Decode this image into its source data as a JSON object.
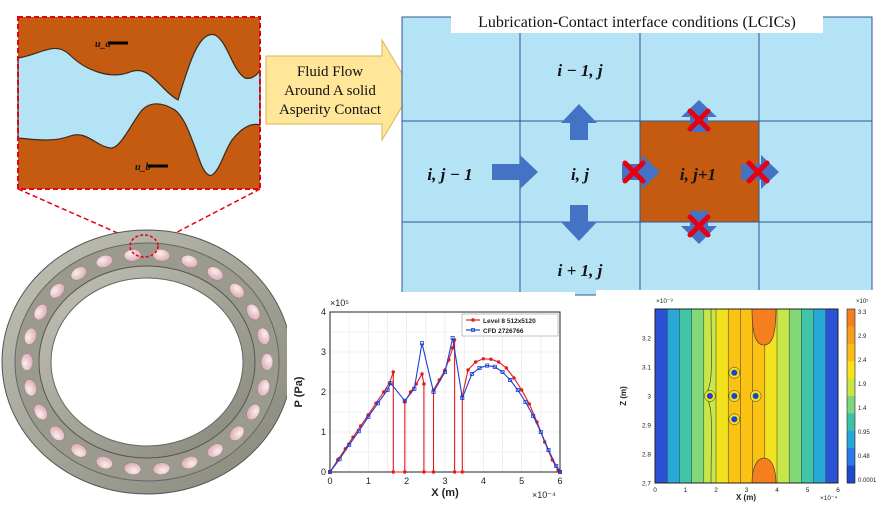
{
  "colors": {
    "asperity": "#c55a11",
    "fluid": "#b4e3f5",
    "grid_line": "#2f5597",
    "arrow": "#4472c4",
    "cross": "#e60012",
    "callout_fill": "#ffe699",
    "red_series": "#e41a1c",
    "blue_series": "#1f3fd1",
    "bearing": "#a8a89a",
    "rollers": "#e6c3c8"
  },
  "asperity": {
    "upper_velocity": "u_a",
    "lower_velocity": "u_b"
  },
  "callout": {
    "lines": [
      "Fluid Flow",
      "Around A solid",
      "Asperity Contact"
    ]
  },
  "grid": {
    "title": "Lubrication-Contact interface conditions (LCICs)",
    "cells": {
      "top": "i − 1, j",
      "left": "i, j − 1",
      "center": "i, j",
      "right": "i, j+1",
      "bottom": "i + 1, j"
    }
  },
  "chart_data": [
    {
      "type": "line",
      "x_exponent": "×10⁻⁴",
      "y_exponent": "×10⁵",
      "xlabel": "X (m)",
      "ylabel": "P (Pa)",
      "xlim": [
        0,
        6
      ],
      "ylim": [
        0,
        4
      ],
      "xticks": [
        "0",
        "1",
        "2",
        "3",
        "4",
        "5",
        "6"
      ],
      "yticks": [
        "0",
        "1",
        "2",
        "3",
        "4"
      ],
      "grid": true,
      "legend_position": "top-right",
      "series": [
        {
          "name": "Level 8 512x5120",
          "color": "#e41a1c",
          "marker": "circle",
          "points": [
            [
              0,
              0
            ],
            [
              0.2,
              0.3
            ],
            [
              0.4,
              0.58
            ],
            [
              0.6,
              0.87
            ],
            [
              0.8,
              1.15
            ],
            [
              1.0,
              1.43
            ],
            [
              1.2,
              1.72
            ],
            [
              1.4,
              2.0
            ],
            [
              1.55,
              2.22
            ],
            [
              1.65,
              2.5
            ],
            [
              1.65,
              0
            ],
            [
              1.95,
              0
            ],
            [
              1.95,
              1.75
            ],
            [
              2.1,
              2.0
            ],
            [
              2.25,
              2.2
            ],
            [
              2.4,
              2.45
            ],
            [
              2.45,
              2.2
            ],
            [
              2.45,
              0
            ],
            [
              2.7,
              0
            ],
            [
              2.7,
              2.05
            ],
            [
              2.85,
              2.3
            ],
            [
              3.0,
              2.55
            ],
            [
              3.1,
              2.8
            ],
            [
              3.2,
              3.1
            ],
            [
              3.25,
              3.3
            ],
            [
              3.25,
              0
            ],
            [
              3.45,
              0
            ],
            [
              3.45,
              1.9
            ],
            [
              3.6,
              2.55
            ],
            [
              3.8,
              2.75
            ],
            [
              4.0,
              2.83
            ],
            [
              4.2,
              2.82
            ],
            [
              4.4,
              2.75
            ],
            [
              4.6,
              2.6
            ],
            [
              4.8,
              2.35
            ],
            [
              5.0,
              2.05
            ],
            [
              5.2,
              1.7
            ],
            [
              5.4,
              1.25
            ],
            [
              5.6,
              0.75
            ],
            [
              5.8,
              0.3
            ],
            [
              5.95,
              0.05
            ],
            [
              6.0,
              0
            ]
          ]
        },
        {
          "name": "CFD 2726766",
          "color": "#1f3fd1",
          "marker": "square",
          "points": [
            [
              0,
              0
            ],
            [
              0.25,
              0.32
            ],
            [
              0.5,
              0.68
            ],
            [
              0.75,
              1.02
            ],
            [
              1.0,
              1.38
            ],
            [
              1.25,
              1.72
            ],
            [
              1.5,
              2.05
            ],
            [
              1.58,
              2.22
            ],
            [
              1.95,
              1.78
            ],
            [
              2.2,
              2.08
            ],
            [
              2.4,
              3.22
            ],
            [
              2.7,
              2.0
            ],
            [
              3.0,
              2.5
            ],
            [
              3.2,
              3.35
            ],
            [
              3.45,
              1.85
            ],
            [
              3.7,
              2.45
            ],
            [
              3.9,
              2.6
            ],
            [
              4.1,
              2.66
            ],
            [
              4.3,
              2.63
            ],
            [
              4.5,
              2.5
            ],
            [
              4.7,
              2.3
            ],
            [
              4.9,
              2.05
            ],
            [
              5.1,
              1.75
            ],
            [
              5.3,
              1.4
            ],
            [
              5.5,
              1.0
            ],
            [
              5.7,
              0.55
            ],
            [
              5.9,
              0.15
            ],
            [
              6.0,
              0
            ]
          ]
        }
      ]
    },
    {
      "type": "heatmap",
      "x_exponent": "×10⁻⁴",
      "y_exponent": "×10⁻³",
      "xlabel": "X (m)",
      "ylabel": "Z (m)",
      "xlim": [
        0,
        6
      ],
      "ylim": [
        2.7,
        3.3
      ],
      "xticks": [
        "0",
        "1",
        "2",
        "3",
        "4",
        "5",
        "6"
      ],
      "yticks": [
        "2.7",
        "2.8",
        "2.9",
        "3",
        "3.1",
        "3.2"
      ],
      "colorbar_exponent": "×10⁵",
      "colorbar_ticks": [
        "3.3",
        "2.9",
        "2.4",
        "1.9",
        "1.4",
        "0.95",
        "0.48",
        "0.0001"
      ],
      "colorbar_colors": [
        "#f57f1f",
        "#f79d1f",
        "#fbbd16",
        "#fbe11c",
        "#c8e544",
        "#7cd77b",
        "#3dc1ad",
        "#27a6d8",
        "#2979e6",
        "#2049c9"
      ],
      "column_bands": [
        "#2b52d4",
        "#27a8d6",
        "#41c5a8",
        "#82d779",
        "#c6e649",
        "#f2e21e",
        "#fbc214",
        "#fbc214",
        "#fbc214",
        "#f2e21e",
        "#c6e649",
        "#82d779",
        "#41c5a8",
        "#27a8d6",
        "#2b52d4"
      ],
      "contact_markers": [
        {
          "x": 1.8,
          "z": 3.0,
          "color": "#1f3fd1"
        },
        {
          "x": 2.6,
          "z": 3.08,
          "color": "#1f3fd1"
        },
        {
          "x": 2.6,
          "z": 3.0,
          "color": "#1f3fd1"
        },
        {
          "x": 2.6,
          "z": 2.92,
          "color": "#1f3fd1"
        },
        {
          "x": 3.3,
          "z": 3.0,
          "color": "#1f3fd1"
        }
      ]
    }
  ]
}
